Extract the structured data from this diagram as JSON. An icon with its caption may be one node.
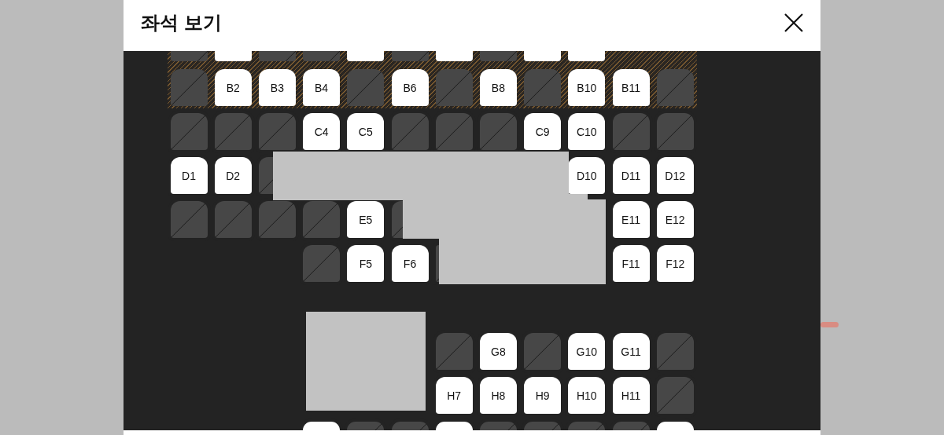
{
  "diagram": {
    "title": "좌석 보기",
    "nodes": [
      {
        "text": [],
        "shape": "band"
      },
      {
        "text": [],
        "shape": "box",
        "in": 0
      },
      {
        "text": [],
        "shape": "box",
        "in": 0
      },
      {
        "text": [],
        "shape": "box",
        "in": 0
      },
      {
        "text": [],
        "shape": "box",
        "in": 0
      },
      {
        "text": [],
        "shape": "box",
        "in": 0
      },
      {
        "text": [],
        "shape": "box",
        "in": 0
      },
      {
        "text": [],
        "shape": "box",
        "in": 0
      },
      {
        "text": [],
        "shape": "box",
        "in": 0
      },
      {
        "text": [],
        "shape": "box",
        "in": 0
      },
      {
        "text": [],
        "shape": "box",
        "in": 0
      },
      {
        "text": [],
        "shape": "box",
        "in": 0
      },
      {
        "text": [
          "B2"
        ],
        "in": 0
      },
      {
        "text": [
          "B3"
        ],
        "in": 0
      },
      {
        "text": [
          "B4"
        ],
        "in": 0
      },
      {
        "text": [],
        "shape": "box",
        "in": 0
      },
      {
        "text": [
          "B6"
        ],
        "in": 0
      },
      {
        "text": [],
        "shape": "box",
        "in": 0
      },
      {
        "text": [
          "B8"
        ],
        "in": 0
      },
      {
        "text": [],
        "shape": "box",
        "in": 0
      },
      {
        "text": [
          "B10"
        ],
        "in": 0
      },
      {
        "text": [
          "B11"
        ],
        "in": 0
      },
      {
        "text": [],
        "shape": "box",
        "in": 0
      },
      {
        "text": [],
        "shape": "box"
      },
      {
        "text": [],
        "shape": "box"
      },
      {
        "text": [],
        "shape": "box"
      },
      {
        "text": [
          "C4"
        ]
      },
      {
        "text": [
          "C5"
        ]
      },
      {
        "text": [],
        "shape": "box"
      },
      {
        "text": [],
        "shape": "box"
      },
      {
        "text": [],
        "shape": "box"
      },
      {
        "text": [
          "C9"
        ]
      },
      {
        "text": [
          "C10"
        ]
      },
      {
        "text": [],
        "shape": "box"
      },
      {
        "text": [],
        "shape": "box"
      },
      {
        "text": [
          "D1"
        ]
      },
      {
        "text": [
          "D2"
        ]
      },
      {
        "text": [],
        "shape": "box"
      },
      {
        "text": [
          "D10"
        ]
      },
      {
        "text": [
          "D11"
        ]
      },
      {
        "text": [
          "D12"
        ]
      },
      {
        "text": [],
        "shape": "box"
      },
      {
        "text": [],
        "shape": "box"
      },
      {
        "text": [],
        "shape": "box"
      },
      {
        "text": [],
        "shape": "box"
      },
      {
        "text": [
          "E5"
        ]
      },
      {
        "text": [],
        "shape": "box"
      },
      {
        "text": [
          "E11"
        ]
      },
      {
        "text": [
          "E12"
        ]
      },
      {
        "text": [],
        "shape": "box"
      },
      {
        "text": [
          "F5"
        ]
      },
      {
        "text": [
          "F6"
        ]
      },
      {
        "text": [],
        "shape": "box"
      },
      {
        "text": [
          "F11"
        ]
      },
      {
        "text": [
          "F12"
        ]
      },
      {
        "text": [],
        "shape": "box"
      },
      {
        "text": [
          "G8"
        ]
      },
      {
        "text": [],
        "shape": "box"
      },
      {
        "text": [
          "G10"
        ]
      },
      {
        "text": [
          "G11"
        ]
      },
      {
        "text": [],
        "shape": "box"
      },
      {
        "text": [
          "H7"
        ]
      },
      {
        "text": [
          "H8"
        ]
      },
      {
        "text": [
          "H9"
        ]
      },
      {
        "text": [
          "H10"
        ]
      },
      {
        "text": [
          "H11"
        ]
      },
      {
        "text": [],
        "shape": "box"
      },
      {
        "text": [],
        "shape": "box"
      },
      {
        "text": [],
        "shape": "box"
      },
      {
        "text": [],
        "shape": "box"
      },
      {
        "text": [],
        "shape": "box"
      },
      {
        "text": [],
        "shape": "box"
      },
      {
        "text": [],
        "shape": "box"
      },
      {
        "text": [],
        "shape": "box"
      },
      {
        "text": [],
        "shape": "box"
      },
      {
        "text": [],
        "shape": "box"
      }
    ]
  }
}
